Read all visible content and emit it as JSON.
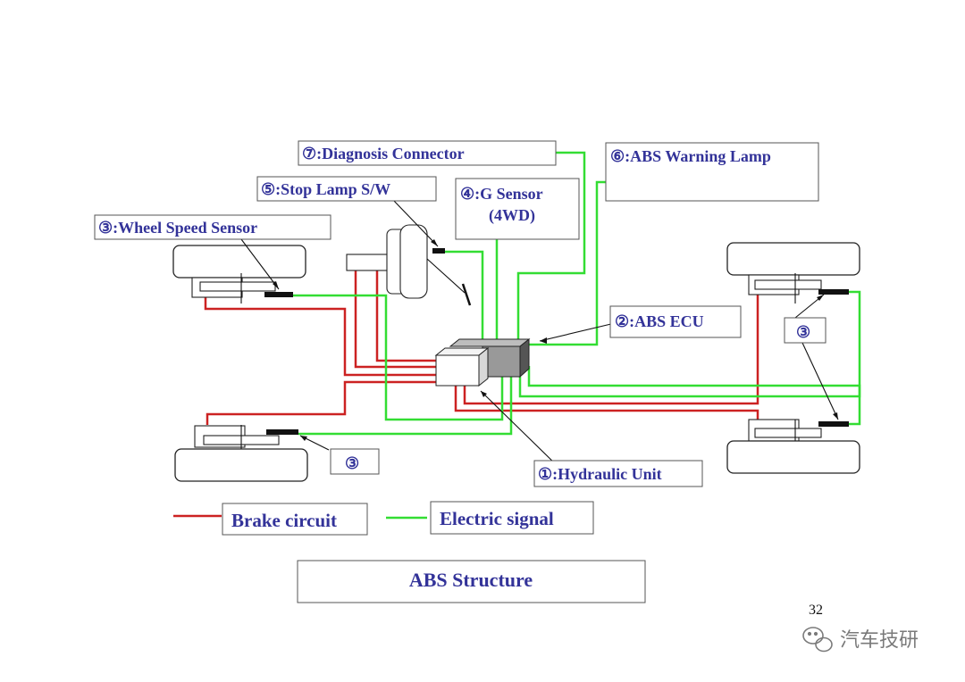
{
  "labels": {
    "diagnosis_connector": "⑦:Diagnosis Connector",
    "abs_warning_lamp": "⑥:ABS Warning Lamp",
    "stop_lamp_sw": "⑤:Stop Lamp S/W",
    "g_sensor_line1": "④:G Sensor",
    "g_sensor_line2": "(4WD)",
    "wheel_speed_sensor": "③:Wheel Speed Sensor",
    "abs_ecu": "②:ABS  ECU",
    "wheel_speed_sensor_rr": "③",
    "wheel_speed_sensor_fl": "③",
    "hydraulic_unit": "①:Hydraulic Unit"
  },
  "legend": {
    "brake_circuit": "Brake circuit",
    "electric_signal": "Electric signal"
  },
  "title": "ABS Structure",
  "page_number": "32",
  "watermark": "汽车技研",
  "colors": {
    "brake_line": "#cc2222",
    "signal_line": "#33dd33",
    "label_text": "#333399"
  }
}
